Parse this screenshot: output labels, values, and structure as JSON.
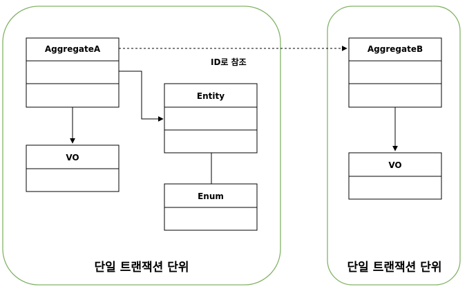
{
  "groups": {
    "left": {
      "label": "단일 트랜잭션 단위"
    },
    "right": {
      "label": "단일 트랜잭션 단위"
    }
  },
  "classes": {
    "aggregate_a": {
      "name": "AggregateA"
    },
    "entity": {
      "name": "Entity"
    },
    "vo_left": {
      "name": "VO"
    },
    "enum": {
      "name": "Enum"
    },
    "aggregate_b": {
      "name": "AggregateB"
    },
    "vo_right": {
      "name": "VO"
    }
  },
  "edges": {
    "id_reference": {
      "label": "ID로 참조"
    }
  },
  "colors": {
    "group_border": "#82b366",
    "class_border": "#000000",
    "line": "#000000"
  }
}
